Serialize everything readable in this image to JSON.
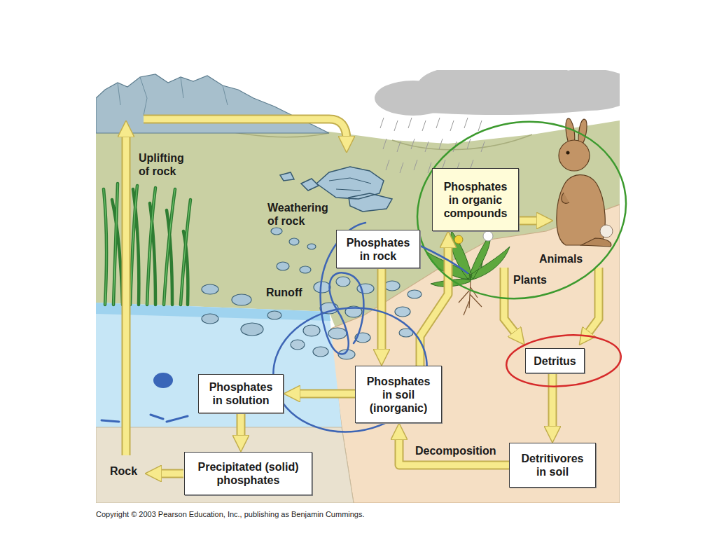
{
  "diagram": {
    "nodes": [
      {
        "text": [
          "Phosphates in organic compounds"
        ]
      },
      {
        "text": [
          "Phosphates in rock"
        ]
      },
      {
        "text": [
          "Detritus"
        ]
      },
      {
        "text": [
          "Phosphates in soil (inorganic)"
        ]
      },
      {
        "text": [
          "Phosphates in solution"
        ]
      },
      {
        "text": [
          "Detritivores in soil"
        ]
      },
      {
        "text": [
          "Precipitated (solid) phosphates"
        ]
      }
    ],
    "edges": [
      {
        "from": 1,
        "to": 3,
        "arrow": "to"
      },
      {
        "from": 3,
        "to": 4,
        "arrow": "to"
      },
      {
        "from": 4,
        "to": 6,
        "arrow": "to"
      },
      {
        "from": 3,
        "to": 0,
        "arrow": "to"
      },
      {
        "from": 2,
        "to": 5,
        "arrow": "to"
      },
      {
        "from": 5,
        "to": 3,
        "label": "Decomposition",
        "arrow": "to"
      }
    ],
    "labels": [
      "Uplifting of rock",
      "Weathering of rock",
      "Runoff",
      "Animals",
      "Plants",
      "Rock",
      "Copyright © 2003 Pearson Education, Inc., publishing as Benjamin Cummings."
    ]
  }
}
